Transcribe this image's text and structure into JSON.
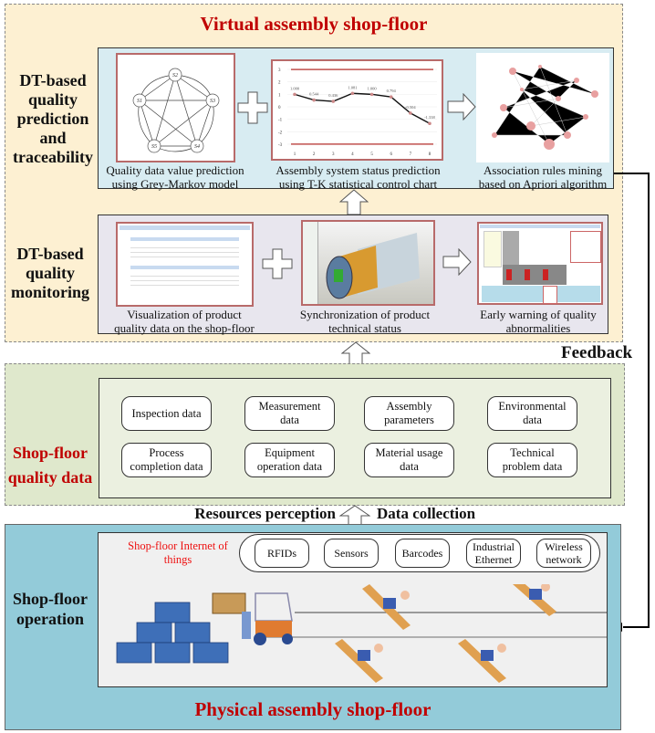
{
  "virtual": {
    "title": "Virtual assembly shop-floor",
    "row1_label": [
      "DT-based",
      "quality",
      "prediction",
      "and",
      "traceability"
    ],
    "row1_captions": [
      [
        "Quality data value prediction",
        "using Grey-Markov model"
      ],
      [
        "Assembly system status prediction",
        "using T-K statistical control chart"
      ],
      [
        "Association rules mining",
        "based on Apriori algorithm"
      ]
    ],
    "row2_label": [
      "DT-based",
      "quality",
      "monitoring"
    ],
    "row2_captions": [
      [
        "Visualization of product",
        "quality data on the shop-floor"
      ],
      [
        "Synchronization of product",
        "technical status"
      ],
      [
        "Early warning of quality",
        "abnormalities"
      ]
    ],
    "markov_states": [
      "S1",
      "S2",
      "S3",
      "S4",
      "S5"
    ]
  },
  "feedback_label": "Feedback",
  "quality_data": {
    "label": [
      "Shop-floor",
      "quality data"
    ],
    "items": [
      [
        "Inspection data"
      ],
      [
        "Measurement",
        "data"
      ],
      [
        "Assembly",
        "parameters"
      ],
      [
        "Environmental",
        "data"
      ],
      [
        "Process",
        "completion data"
      ],
      [
        "Equipment",
        "operation data"
      ],
      [
        "Material usage",
        "data"
      ],
      [
        "Technical",
        "problem data"
      ]
    ]
  },
  "transfer": {
    "left": "Resources perception",
    "right": "Data collection"
  },
  "physical": {
    "title": "Physical assembly shop-floor",
    "label": [
      "Shop-floor",
      "operation"
    ],
    "iot_label": [
      "Shop-floor Internet of",
      "things"
    ],
    "iot_items": [
      [
        "RFIDs"
      ],
      [
        "Sensors"
      ],
      [
        "Barcodes"
      ],
      [
        "Industrial",
        "Ethernet"
      ],
      [
        "Wireless",
        "network"
      ]
    ]
  },
  "colors": {
    "title_red": "#c00000",
    "virtual_bg": "#fdf0d2",
    "prediction_bg": "#d8ecf2",
    "monitoring_bg": "#e8e6ee",
    "quality_bg": "#dfe8cc",
    "physical_bg": "#93cbd9"
  },
  "chart_data": {
    "type": "line",
    "x": [
      1,
      2,
      3,
      4,
      5,
      6,
      7,
      8
    ],
    "values": [
      1.0,
      0.544,
      0.436,
      1.081,
      1.0,
      0.794,
      -0.504,
      -1.338
    ],
    "labels": [
      "1.000",
      "0.544",
      "0.436",
      "1.081",
      "1.000",
      "0.794",
      "-0.504",
      "-1.338"
    ],
    "control_limits": [
      3,
      -3
    ],
    "yticks": [
      3,
      2,
      1,
      0,
      -1,
      -2,
      -3
    ],
    "ylim": [
      -3.3,
      3.3
    ]
  }
}
